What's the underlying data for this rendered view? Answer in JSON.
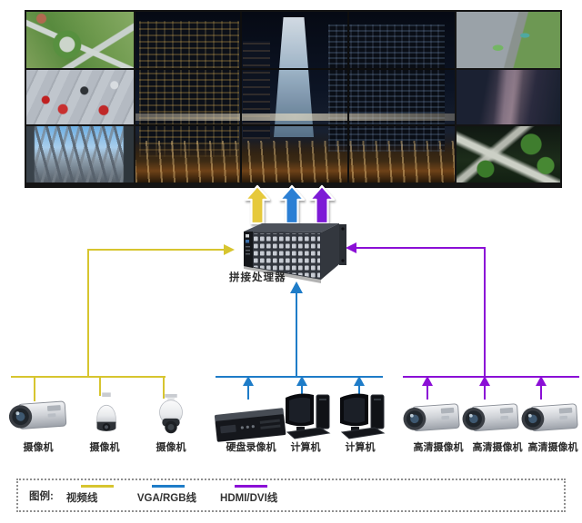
{
  "wall": {
    "cells": [
      {
        "name": "aerial-interchange-day"
      },
      {
        "name": "highway-traffic-red-cars"
      },
      {
        "name": "steel-truss-bridge"
      },
      {
        "name": "night-city-skyline"
      },
      {
        "name": "highway-green-bus"
      },
      {
        "name": "dusk-highway"
      },
      {
        "name": "night-interchange-green"
      }
    ]
  },
  "processor": {
    "label": "拼接处理器"
  },
  "devices": [
    {
      "type": "box-camera",
      "label": "摄像机"
    },
    {
      "type": "dome-camera",
      "label": "摄像机"
    },
    {
      "type": "dome-camera",
      "label": "摄像机"
    },
    {
      "type": "dvr",
      "label": "硬盘录像机"
    },
    {
      "type": "computer",
      "label": "计算机"
    },
    {
      "type": "computer",
      "label": "计算机"
    },
    {
      "type": "hd-camera",
      "label": "高清摄像机"
    },
    {
      "type": "hd-camera",
      "label": "高清摄像机"
    },
    {
      "type": "hd-camera",
      "label": "高清摄像机"
    }
  ],
  "legend": {
    "title": "图例:",
    "items": [
      {
        "label": "视频线",
        "color": "#d7c52f"
      },
      {
        "label": "VGA/RGB线",
        "color": "#1e7cc8"
      },
      {
        "label": "HDMI/DVI线",
        "color": "#8b0fd6"
      }
    ]
  },
  "colors": {
    "video_cable": "#d7c52f",
    "vga_cable": "#1e7cc8",
    "hdmi_cable": "#8b0fd6"
  }
}
